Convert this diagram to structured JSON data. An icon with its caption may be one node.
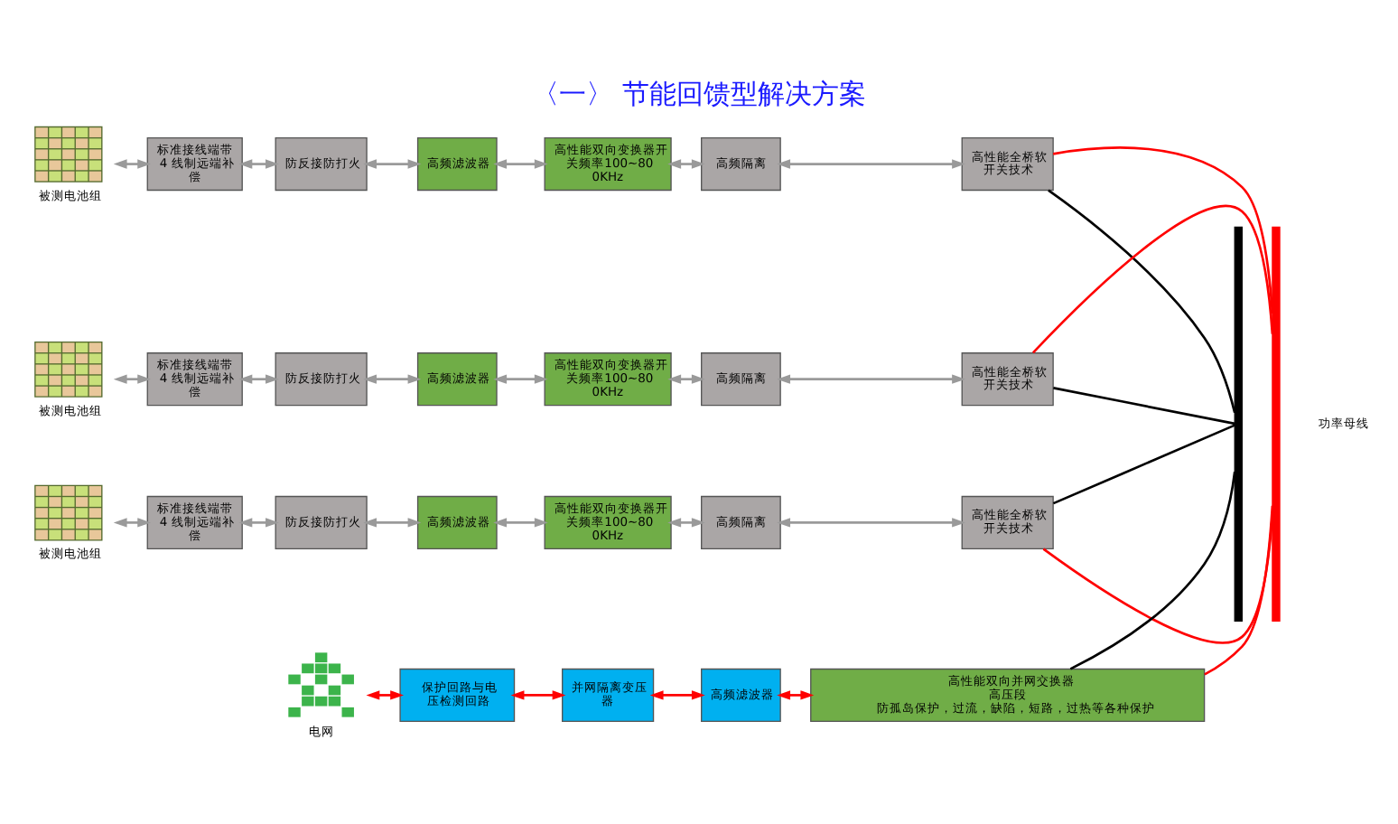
{
  "diagram": {
    "title": "〈一〉 节能回馈型解决方案",
    "nodes": [
      {
        "text": [],
        "shape": "picture",
        "beside": [
          "被测电池组"
        ]
      },
      {
        "text": [
          "标准接线端带 4 线制远端补偿"
        ]
      },
      {
        "text": [
          "防反接防打火"
        ]
      },
      {
        "text": [
          "高频滤波器"
        ]
      },
      {
        "text": [
          "高性能双向变换器开关频率100~800KHz"
        ]
      },
      {
        "text": [
          "高频隔离"
        ]
      },
      {
        "text": [
          "高性能全桥软开关技术"
        ]
      },
      {
        "text": [],
        "shape": "picture",
        "beside": [
          "被测电池组"
        ]
      },
      {
        "text": [
          "标准接线端带 4 线制远端补偿"
        ]
      },
      {
        "text": [
          "防反接防打火"
        ]
      },
      {
        "text": [
          "高频滤波器"
        ]
      },
      {
        "text": [
          "高性能双向变换器开关频率100~800KHz"
        ]
      },
      {
        "text": [
          "高频隔离"
        ]
      },
      {
        "text": [
          "高性能全桥软开关技术"
        ]
      },
      {
        "text": [],
        "shape": "picture",
        "beside": [
          "被测电池组"
        ]
      },
      {
        "text": [
          "标准接线端带 4 线制远端补偿"
        ]
      },
      {
        "text": [
          "防反接防打火"
        ]
      },
      {
        "text": [
          "高频滤波器"
        ]
      },
      {
        "text": [
          "高性能双向变换器开关频率100~800KHz"
        ]
      },
      {
        "text": [
          "高频隔离"
        ]
      },
      {
        "text": [
          "高性能全桥软开关技术"
        ]
      },
      {
        "text": [],
        "shape": "picture",
        "beside": [
          "电网"
        ]
      },
      {
        "text": [
          "保护回路与电压检测回路"
        ]
      },
      {
        "text": [
          "并网隔离变压器"
        ]
      },
      {
        "text": [
          "高频滤波器"
        ]
      },
      {
        "text": [
          "高性能双向并网交换器",
          "高压段",
          "防孤岛保护，过流，缺陷，短路，过热等各种保护"
        ]
      },
      {
        "text": [],
        "shape": "bar"
      },
      {
        "text": [],
        "shape": "bar"
      }
    ],
    "edges": [
      {
        "from": 0,
        "to": 1,
        "arrow": "both"
      },
      {
        "from": 1,
        "to": 2,
        "arrow": "both"
      },
      {
        "from": 2,
        "to": 3,
        "arrow": "both"
      },
      {
        "from": 3,
        "to": 4,
        "arrow": "both"
      },
      {
        "from": 4,
        "to": 5,
        "arrow": "both"
      },
      {
        "from": 5,
        "to": 6,
        "arrow": "both"
      },
      {
        "from": 6,
        "to": 27,
        "arrow": "none",
        "color": "#ff0000"
      },
      {
        "from": 6,
        "to": 26,
        "arrow": "none",
        "color": "#000000"
      },
      {
        "from": 7,
        "to": 8,
        "arrow": "both"
      },
      {
        "from": 8,
        "to": 9,
        "arrow": "both"
      },
      {
        "from": 9,
        "to": 10,
        "arrow": "both"
      },
      {
        "from": 10,
        "to": 11,
        "arrow": "both"
      },
      {
        "from": 11,
        "to": 12,
        "arrow": "both"
      },
      {
        "from": 12,
        "to": 13,
        "arrow": "both"
      },
      {
        "from": 13,
        "to": 27,
        "arrow": "none",
        "color": "#ff0000"
      },
      {
        "from": 13,
        "to": 26,
        "arrow": "none",
        "color": "#000000"
      },
      {
        "from": 14,
        "to": 15,
        "arrow": "both"
      },
      {
        "from": 15,
        "to": 16,
        "arrow": "both"
      },
      {
        "from": 16,
        "to": 17,
        "arrow": "both"
      },
      {
        "from": 17,
        "to": 18,
        "arrow": "both"
      },
      {
        "from": 18,
        "to": 19,
        "arrow": "both"
      },
      {
        "from": 19,
        "to": 20,
        "arrow": "both"
      },
      {
        "from": 20,
        "to": 27,
        "arrow": "none",
        "color": "#ff0000"
      },
      {
        "from": 20,
        "to": 26,
        "arrow": "none",
        "color": "#000000"
      },
      {
        "from": 21,
        "to": 22,
        "arrow": "both",
        "color": "#ff0000"
      },
      {
        "from": 22,
        "to": 23,
        "arrow": "both",
        "color": "#ff0000"
      },
      {
        "from": 23,
        "to": 24,
        "arrow": "both",
        "color": "#ff0000"
      },
      {
        "from": 24,
        "to": 25,
        "arrow": "both",
        "color": "#ff0000"
      },
      {
        "from": 25,
        "to": 27,
        "arrow": "none",
        "color": "#ff0000"
      },
      {
        "from": 25,
        "to": 26,
        "arrow": "none",
        "color": "#000000"
      }
    ],
    "labels": [
      "功率母线"
    ]
  }
}
